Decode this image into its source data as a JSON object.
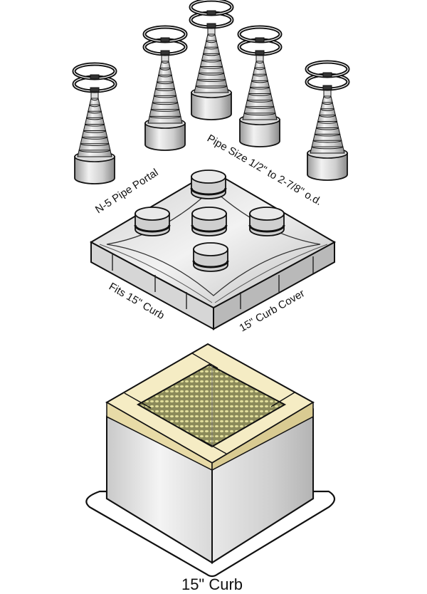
{
  "labels": {
    "portal_name": "N-5  Pipe Portal",
    "pipe_size": "Pipe Size 1/2\" to 2-7/8\" o.d.",
    "fits_curb": "Fits 15\" Curb",
    "curb_cover": "15\" Curb Cover",
    "curb_title": "15\" Curb"
  },
  "colors": {
    "outline": "#111111",
    "metal_light": "#eeeeee",
    "metal_mid": "#c9c9c9",
    "metal_dark": "#8e8e8e",
    "wood": "#f5ecc4",
    "mesh": "#c9c68a"
  },
  "icons": [
    "pipe-boot-icon",
    "hose-clamp-icon",
    "curb-cover-icon",
    "curb-icon"
  ]
}
